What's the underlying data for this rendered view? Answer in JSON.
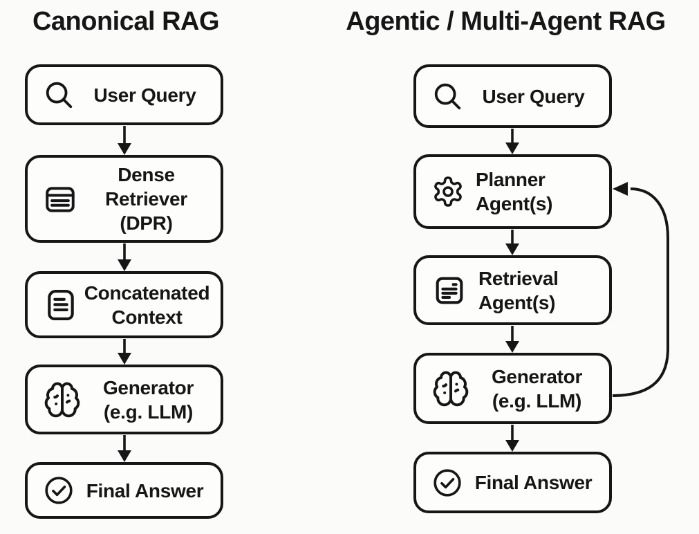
{
  "colors": {
    "ink": "#161616",
    "background": "#fbfbfa",
    "node_fill": "#fdfdfc"
  },
  "left": {
    "title": "Canonical RAG",
    "nodes": {
      "user_query": {
        "icon": "search-icon",
        "label": "User Query"
      },
      "dense_retriever": {
        "icon": "card-lines-icon",
        "line1": "Dense",
        "line2": "Retriever",
        "line3": "(DPR)"
      },
      "concatenated_context": {
        "icon": "file-text-icon",
        "line1": "Concatenated",
        "line2": "Context"
      },
      "generator": {
        "icon": "brain-icon",
        "line1": "Generator",
        "line2": "(e.g. LLM)"
      },
      "final_answer": {
        "icon": "check-circle-icon",
        "label": "Final Answer"
      }
    }
  },
  "right": {
    "title": "Agentic / Multi-Agent RAG",
    "nodes": {
      "user_query": {
        "icon": "search-icon",
        "label": "User Query"
      },
      "planner_agent": {
        "icon": "gear-icon",
        "line1": "Planner",
        "line2": "Agent(s)"
      },
      "retrieval_agent": {
        "icon": "note-lines-icon",
        "line1": "Retrieval",
        "line2": "Agent(s)"
      },
      "generator": {
        "icon": "brain-icon",
        "line1": "Generator",
        "line2": "(e.g. LLM)"
      },
      "final_answer": {
        "icon": "check-circle-icon",
        "label": "Final Answer"
      }
    }
  },
  "flow": {
    "left_sequence": [
      "user_query",
      "dense_retriever",
      "concatenated_context",
      "generator",
      "final_answer"
    ],
    "right_sequence": [
      "user_query",
      "planner_agent",
      "retrieval_agent",
      "generator",
      "final_answer"
    ],
    "right_feedback_loop": {
      "from": "generator",
      "to": "planner_agent"
    }
  }
}
